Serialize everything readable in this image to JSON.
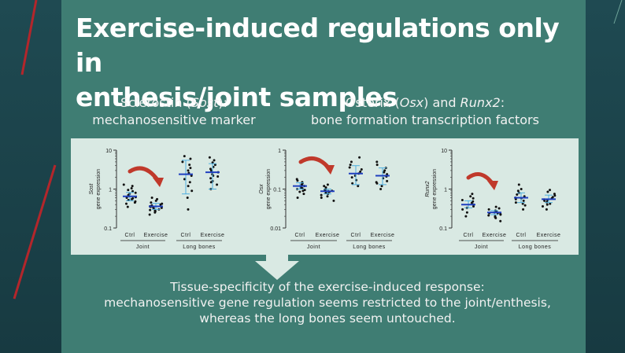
{
  "slide": {
    "title_line1": "Exercise-induced regulations only in",
    "title_line2": "enthesis/joint samples",
    "subtitle_left_line1_a": "Sclerostin (",
    "subtitle_left_line1_b": "Sost",
    "subtitle_left_line1_c": "):",
    "subtitle_left_line2": "mechanosensitive marker",
    "subtitle_right_line1_a": "Osterix (",
    "subtitle_right_line1_b": "Osx",
    "subtitle_right_line1_c": ") and ",
    "subtitle_right_line1_d": "Runx2",
    "subtitle_right_line1_e": ":",
    "subtitle_right_line2": "bone formation transcription factors",
    "conclusion_line1": "Tissue-specificity of the exercise-induced response:",
    "conclusion_line2": "mechanosensitive gene regulation seems restricted to the joint/enthesis,",
    "conclusion_line3": "whereas the long bones seem untouched."
  },
  "colors": {
    "panel": "#3f7d73",
    "plot_bg": "#d9e9e3",
    "mean_line": "#1f3fbf",
    "error_bar": "#4fb0e0",
    "arrow": "#c0392b",
    "accent_red": "#b3262b"
  },
  "chart_data": [
    {
      "type": "scatter",
      "gene": "Sost",
      "ylabel_gene": "Sost",
      "ylabel": "gene expression",
      "yscale": "log",
      "ylim": [
        0.1,
        10
      ],
      "yticks": [
        "10",
        "1",
        "0.1"
      ],
      "categories": [
        "Ctrl",
        "Exercise",
        "Ctrl",
        "Exercise"
      ],
      "groups": [
        "Joint",
        "Long bones"
      ],
      "series": [
        {
          "category": "Ctrl",
          "mean": 0.65,
          "err_low": 0.5,
          "err_high": 0.82,
          "values": [
            0.35,
            0.42,
            0.48,
            0.52,
            0.55,
            0.6,
            0.62,
            0.66,
            0.7,
            0.75,
            0.8,
            0.88,
            0.95,
            1.05,
            1.2,
            1.3,
            0.45,
            0.58
          ]
        },
        {
          "category": "Exercise",
          "mean": 0.36,
          "err_low": 0.3,
          "err_high": 0.43,
          "values": [
            0.22,
            0.25,
            0.27,
            0.29,
            0.3,
            0.32,
            0.33,
            0.35,
            0.36,
            0.38,
            0.4,
            0.42,
            0.45,
            0.5,
            0.55,
            0.6,
            0.28,
            0.34
          ]
        },
        {
          "category": "Ctrl",
          "mean": 2.4,
          "err_low": 0.75,
          "err_high": 5.5,
          "values": [
            0.3,
            0.6,
            0.9,
            1.2,
            1.5,
            1.8,
            2.2,
            2.6,
            3.0,
            3.5,
            4.2,
            5.0,
            6.0,
            7.0
          ]
        },
        {
          "category": "Exercise",
          "mean": 2.7,
          "err_low": 1.0,
          "err_high": 4.5,
          "values": [
            1.0,
            1.3,
            1.6,
            1.9,
            2.1,
            2.4,
            2.7,
            3.0,
            3.3,
            3.7,
            4.2,
            4.8,
            5.5,
            6.5,
            1.5,
            2.2
          ]
        }
      ]
    },
    {
      "type": "scatter",
      "gene": "Osx",
      "ylabel_gene": "Osx",
      "ylabel": "gene expression",
      "yscale": "log",
      "ylim": [
        0.01,
        1
      ],
      "yticks": [
        "1",
        "0.1",
        "0.01"
      ],
      "categories": [
        "Ctrl",
        "Exercise",
        "Ctrl",
        "Exercise"
      ],
      "groups": [
        "Joint",
        "Long bones"
      ],
      "series": [
        {
          "category": "Ctrl",
          "mean": 0.12,
          "err_low": 0.1,
          "err_high": 0.145,
          "values": [
            0.06,
            0.075,
            0.085,
            0.095,
            0.1,
            0.11,
            0.12,
            0.13,
            0.14,
            0.15,
            0.165,
            0.18,
            0.09,
            0.105,
            0.125
          ]
        },
        {
          "category": "Exercise",
          "mean": 0.088,
          "err_low": 0.075,
          "err_high": 0.1,
          "values": [
            0.05,
            0.06,
            0.07,
            0.075,
            0.08,
            0.085,
            0.09,
            0.095,
            0.1,
            0.11,
            0.12,
            0.13,
            0.065,
            0.088
          ]
        },
        {
          "category": "Ctrl",
          "mean": 0.25,
          "err_low": 0.13,
          "err_high": 0.4,
          "values": [
            0.12,
            0.14,
            0.17,
            0.2,
            0.22,
            0.25,
            0.28,
            0.32,
            0.36,
            0.42,
            0.5,
            0.65
          ]
        },
        {
          "category": "Exercise",
          "mean": 0.22,
          "err_low": 0.13,
          "err_high": 0.35,
          "values": [
            0.1,
            0.12,
            0.14,
            0.16,
            0.19,
            0.21,
            0.24,
            0.27,
            0.3,
            0.35,
            0.42,
            0.5,
            0.15
          ]
        }
      ]
    },
    {
      "type": "scatter",
      "gene": "Runx2",
      "ylabel_gene": "Runx2",
      "ylabel": "gene expression",
      "yscale": "log",
      "ylim": [
        0.1,
        10
      ],
      "yticks": [
        "10",
        "1",
        "0.1"
      ],
      "categories": [
        "Ctrl",
        "Exercise",
        "Ctrl",
        "Exercise"
      ],
      "groups": [
        "Joint",
        "Long bones"
      ],
      "series": [
        {
          "category": "Ctrl",
          "mean": 0.4,
          "err_low": 0.33,
          "err_high": 0.5,
          "values": [
            0.2,
            0.25,
            0.3,
            0.33,
            0.36,
            0.4,
            0.44,
            0.48,
            0.52,
            0.58,
            0.65,
            0.75
          ]
        },
        {
          "category": "Exercise",
          "mean": 0.25,
          "err_low": 0.22,
          "err_high": 0.28,
          "values": [
            0.15,
            0.18,
            0.2,
            0.21,
            0.22,
            0.23,
            0.24,
            0.25,
            0.26,
            0.27,
            0.28,
            0.3,
            0.32,
            0.35,
            0.19,
            0.24
          ]
        },
        {
          "category": "Ctrl",
          "mean": 0.6,
          "err_low": 0.45,
          "err_high": 0.8,
          "values": [
            0.3,
            0.38,
            0.45,
            0.5,
            0.55,
            0.6,
            0.65,
            0.72,
            0.8,
            0.9,
            1.0,
            1.3,
            0.42,
            0.58
          ]
        },
        {
          "category": "Exercise",
          "mean": 0.55,
          "err_low": 0.45,
          "err_high": 0.7,
          "values": [
            0.3,
            0.36,
            0.42,
            0.46,
            0.5,
            0.54,
            0.58,
            0.62,
            0.68,
            0.75,
            0.85,
            0.95,
            0.4,
            0.52
          ]
        }
      ]
    }
  ]
}
